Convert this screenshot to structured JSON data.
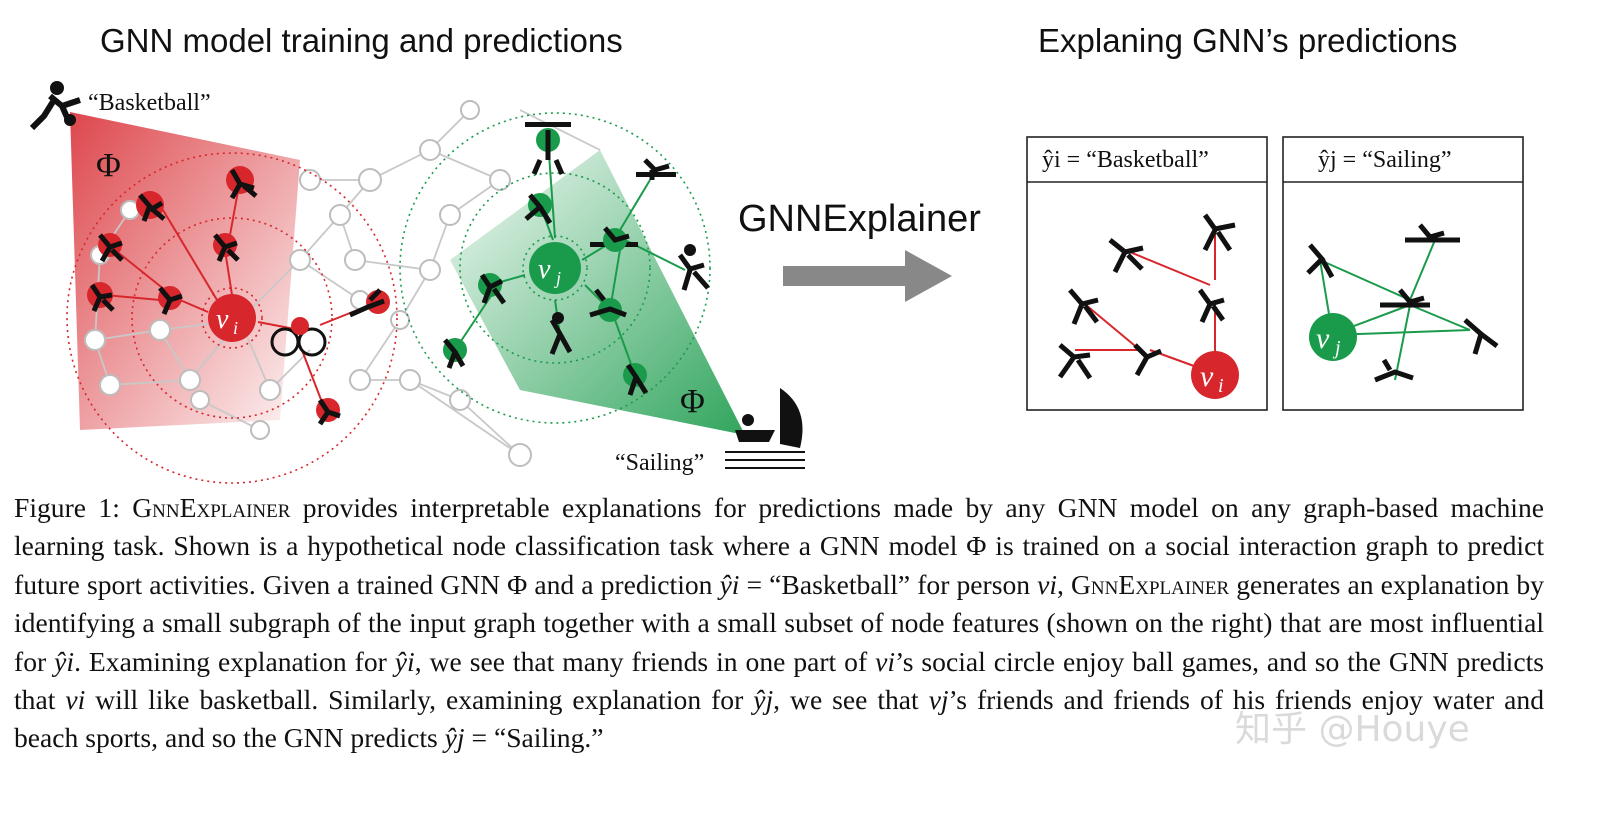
{
  "figure": {
    "title_left": "GNN model training and predictions",
    "title_right": "Explaning GNN’s predictions",
    "method_label": "GNNExplainer",
    "label_basketball": "“Basketball”",
    "label_sailing": "“Sailing”",
    "model_symbol": "Φ",
    "node_vi": "vi",
    "node_vj": "vj",
    "panel_left_header": "ŷi = “Basketball”",
    "panel_right_header": "ŷj = “Sailing”",
    "colors": {
      "red": "#d7262c",
      "green": "#1a9b4b",
      "gray_arrow": "#888888",
      "edge_gray": "#c8c8c8"
    },
    "icons": [
      "basketball-player-icon",
      "sailing-boat-icon",
      "weightlifting-icon",
      "cycling-icon",
      "archery-icon",
      "rowing-icon",
      "tennis-icon"
    ]
  },
  "caption": {
    "p1": "Figure 1: ",
    "p2": "GnnExplainer",
    "p3": " provides interpretable explanations for predictions made by any GNN model on any graph-based machine learning task. Shown is a hypothetical node classification task where a GNN model Φ is trained on a social interaction graph to predict future sport activities. Given a trained GNN Φ and a prediction ",
    "p4": "ŷi",
    "p5": " = “Basketball” for person ",
    "p6": "vi",
    "p7": ", ",
    "p8": "GnnExplainer",
    "p9": " generates an explanation by identifying a small subgraph of the input graph together with a small subset of node features (shown on the right) that are most influential for ",
    "p10": "ŷi",
    "p11": ". Examining explanation for ",
    "p12": "ŷi",
    "p13": ", we see that many friends in one part of ",
    "p14": "vi",
    "p15": "’s social circle enjoy ball games, and so the GNN predicts that ",
    "p16": "vi",
    "p17": " will like basketball. Similarly, examining explanation for ",
    "p18": "ŷj",
    "p19": ", we see that ",
    "p20": "vj",
    "p21": "’s friends and friends of his friends enjoy water and beach sports, and so the GNN predicts ",
    "p22": "ŷj",
    "p23": " = “Sailing.”"
  },
  "watermark": "知乎 @Houye"
}
